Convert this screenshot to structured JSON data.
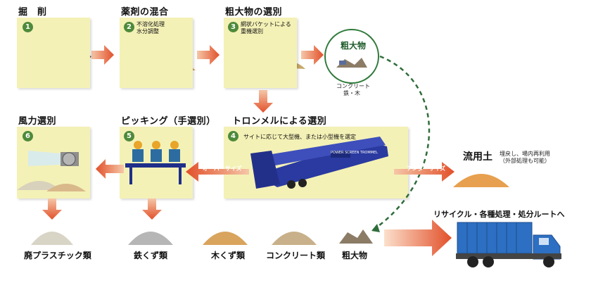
{
  "steps": [
    {
      "num": "1",
      "title": "掘　削",
      "note": ""
    },
    {
      "num": "2",
      "title": "薬剤の混合",
      "note1": "不溶化処理",
      "note2": "水分調整"
    },
    {
      "num": "3",
      "title": "粗大物の選別",
      "note1": "網状バケットによる",
      "note2": "重機選別"
    },
    {
      "num": "4",
      "title": "トロンメルによる選別",
      "note": "サイトに応じて大型機、または小型機を選定"
    },
    {
      "num": "5",
      "title": "ピッキング（手選別）"
    },
    {
      "num": "6",
      "title": "風力選別"
    }
  ],
  "coarse_circle": {
    "label": "粗大物",
    "note1": "コンクリート",
    "note2": "鉄・木"
  },
  "machine_text": "POWER SCREEN TROMMEL",
  "flows": {
    "over": "オーバーサイズ",
    "under": "アンダーサイズ"
  },
  "fluid_soil": {
    "label": "流用土",
    "note1": "埋戻し、場内再利用",
    "note2": "（外部処理も可能）"
  },
  "outputs": [
    "廃プラスチック類",
    "鉄くず類",
    "木くず類",
    "コンクリート類",
    "粗大物"
  ],
  "recycle_label": "リサイクル・各種処理・処分ルートへ",
  "colors": {
    "panel": "#f4f1b6",
    "arrow": "#e2582b",
    "badge": "#4e8a3b",
    "machine": "#2a3aa0",
    "truck": "#2d6fc2"
  }
}
